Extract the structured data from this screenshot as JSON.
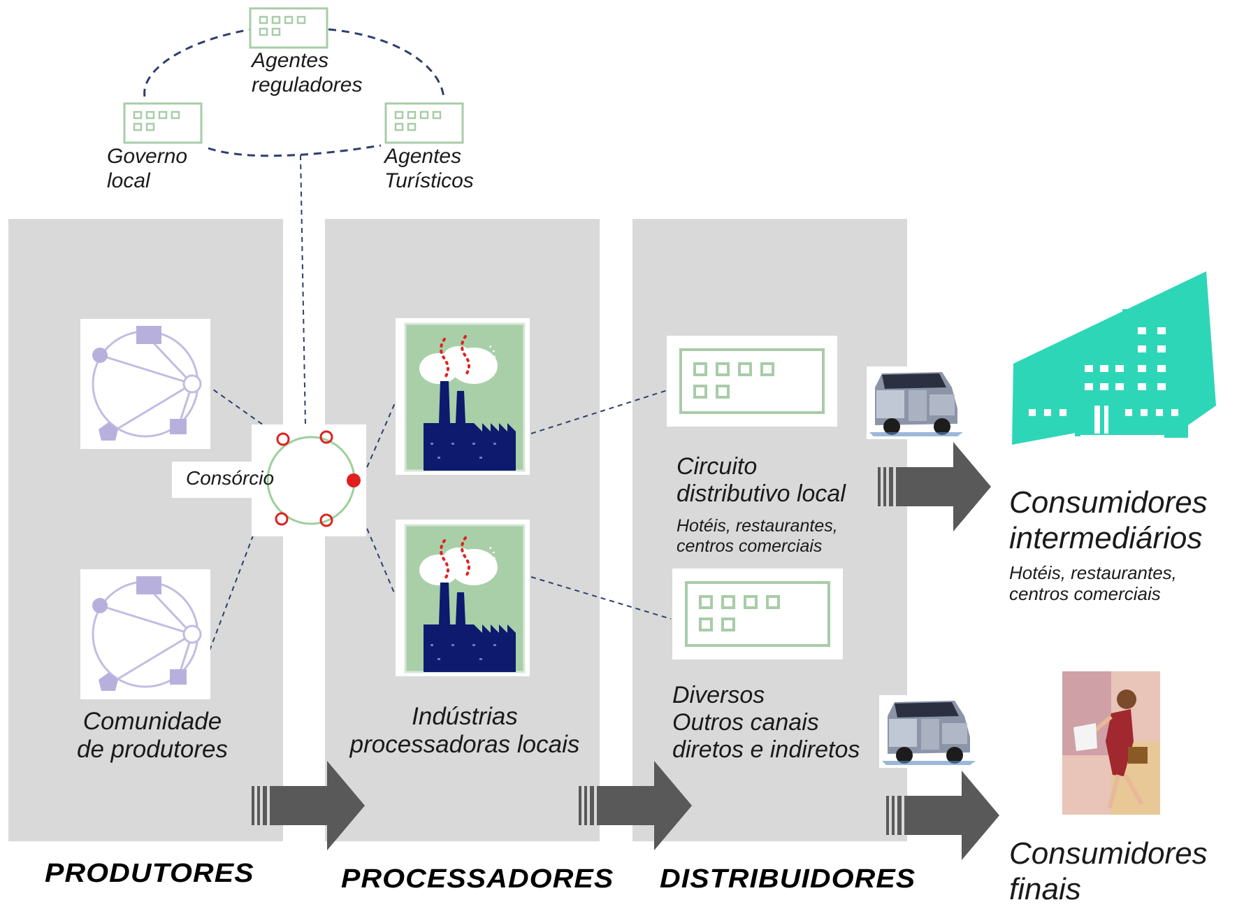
{
  "regulators": {
    "agentes_reguladores": "Agentes\nreguladores",
    "governo_local": "Governo\nlocal",
    "agentes_turisticos": "Agentes\nTurísticos"
  },
  "nodes": {
    "consorcio": "Consórcio",
    "comunidade": "Comunidade\nde produtores",
    "industrias": "Indústrias\nprocessadoras locais",
    "circuito_title": "Circuito\ndistributivo local",
    "circuito_sub": "Hotéis, restaurantes,\ncentros comerciais",
    "diversos": "Diversos\nOutros canais\ndiretos e indiretos",
    "cons_inter_title": "Consumidores\nintermediários",
    "cons_inter_sub": "Hotéis, restaurantes,\ncentros comerciais",
    "cons_finais": "Consumidores\nfinais"
  },
  "stages": {
    "produtores": "PRODUTORES",
    "processadores": "PROCESSADORES",
    "distribuidores": "DISTRIBUIDORES"
  },
  "colors": {
    "panel": "#d9d9d9",
    "dashed_line": "#2e3e6e",
    "green_outline": "#a8cca8",
    "arrow": "#595959",
    "building_teal": "#2ed6b8",
    "network_purple": "#b8b0dc",
    "factory_navy": "#0d1a6e",
    "factory_bg": "#a9cfa9",
    "consortium_red": "#e02020"
  }
}
